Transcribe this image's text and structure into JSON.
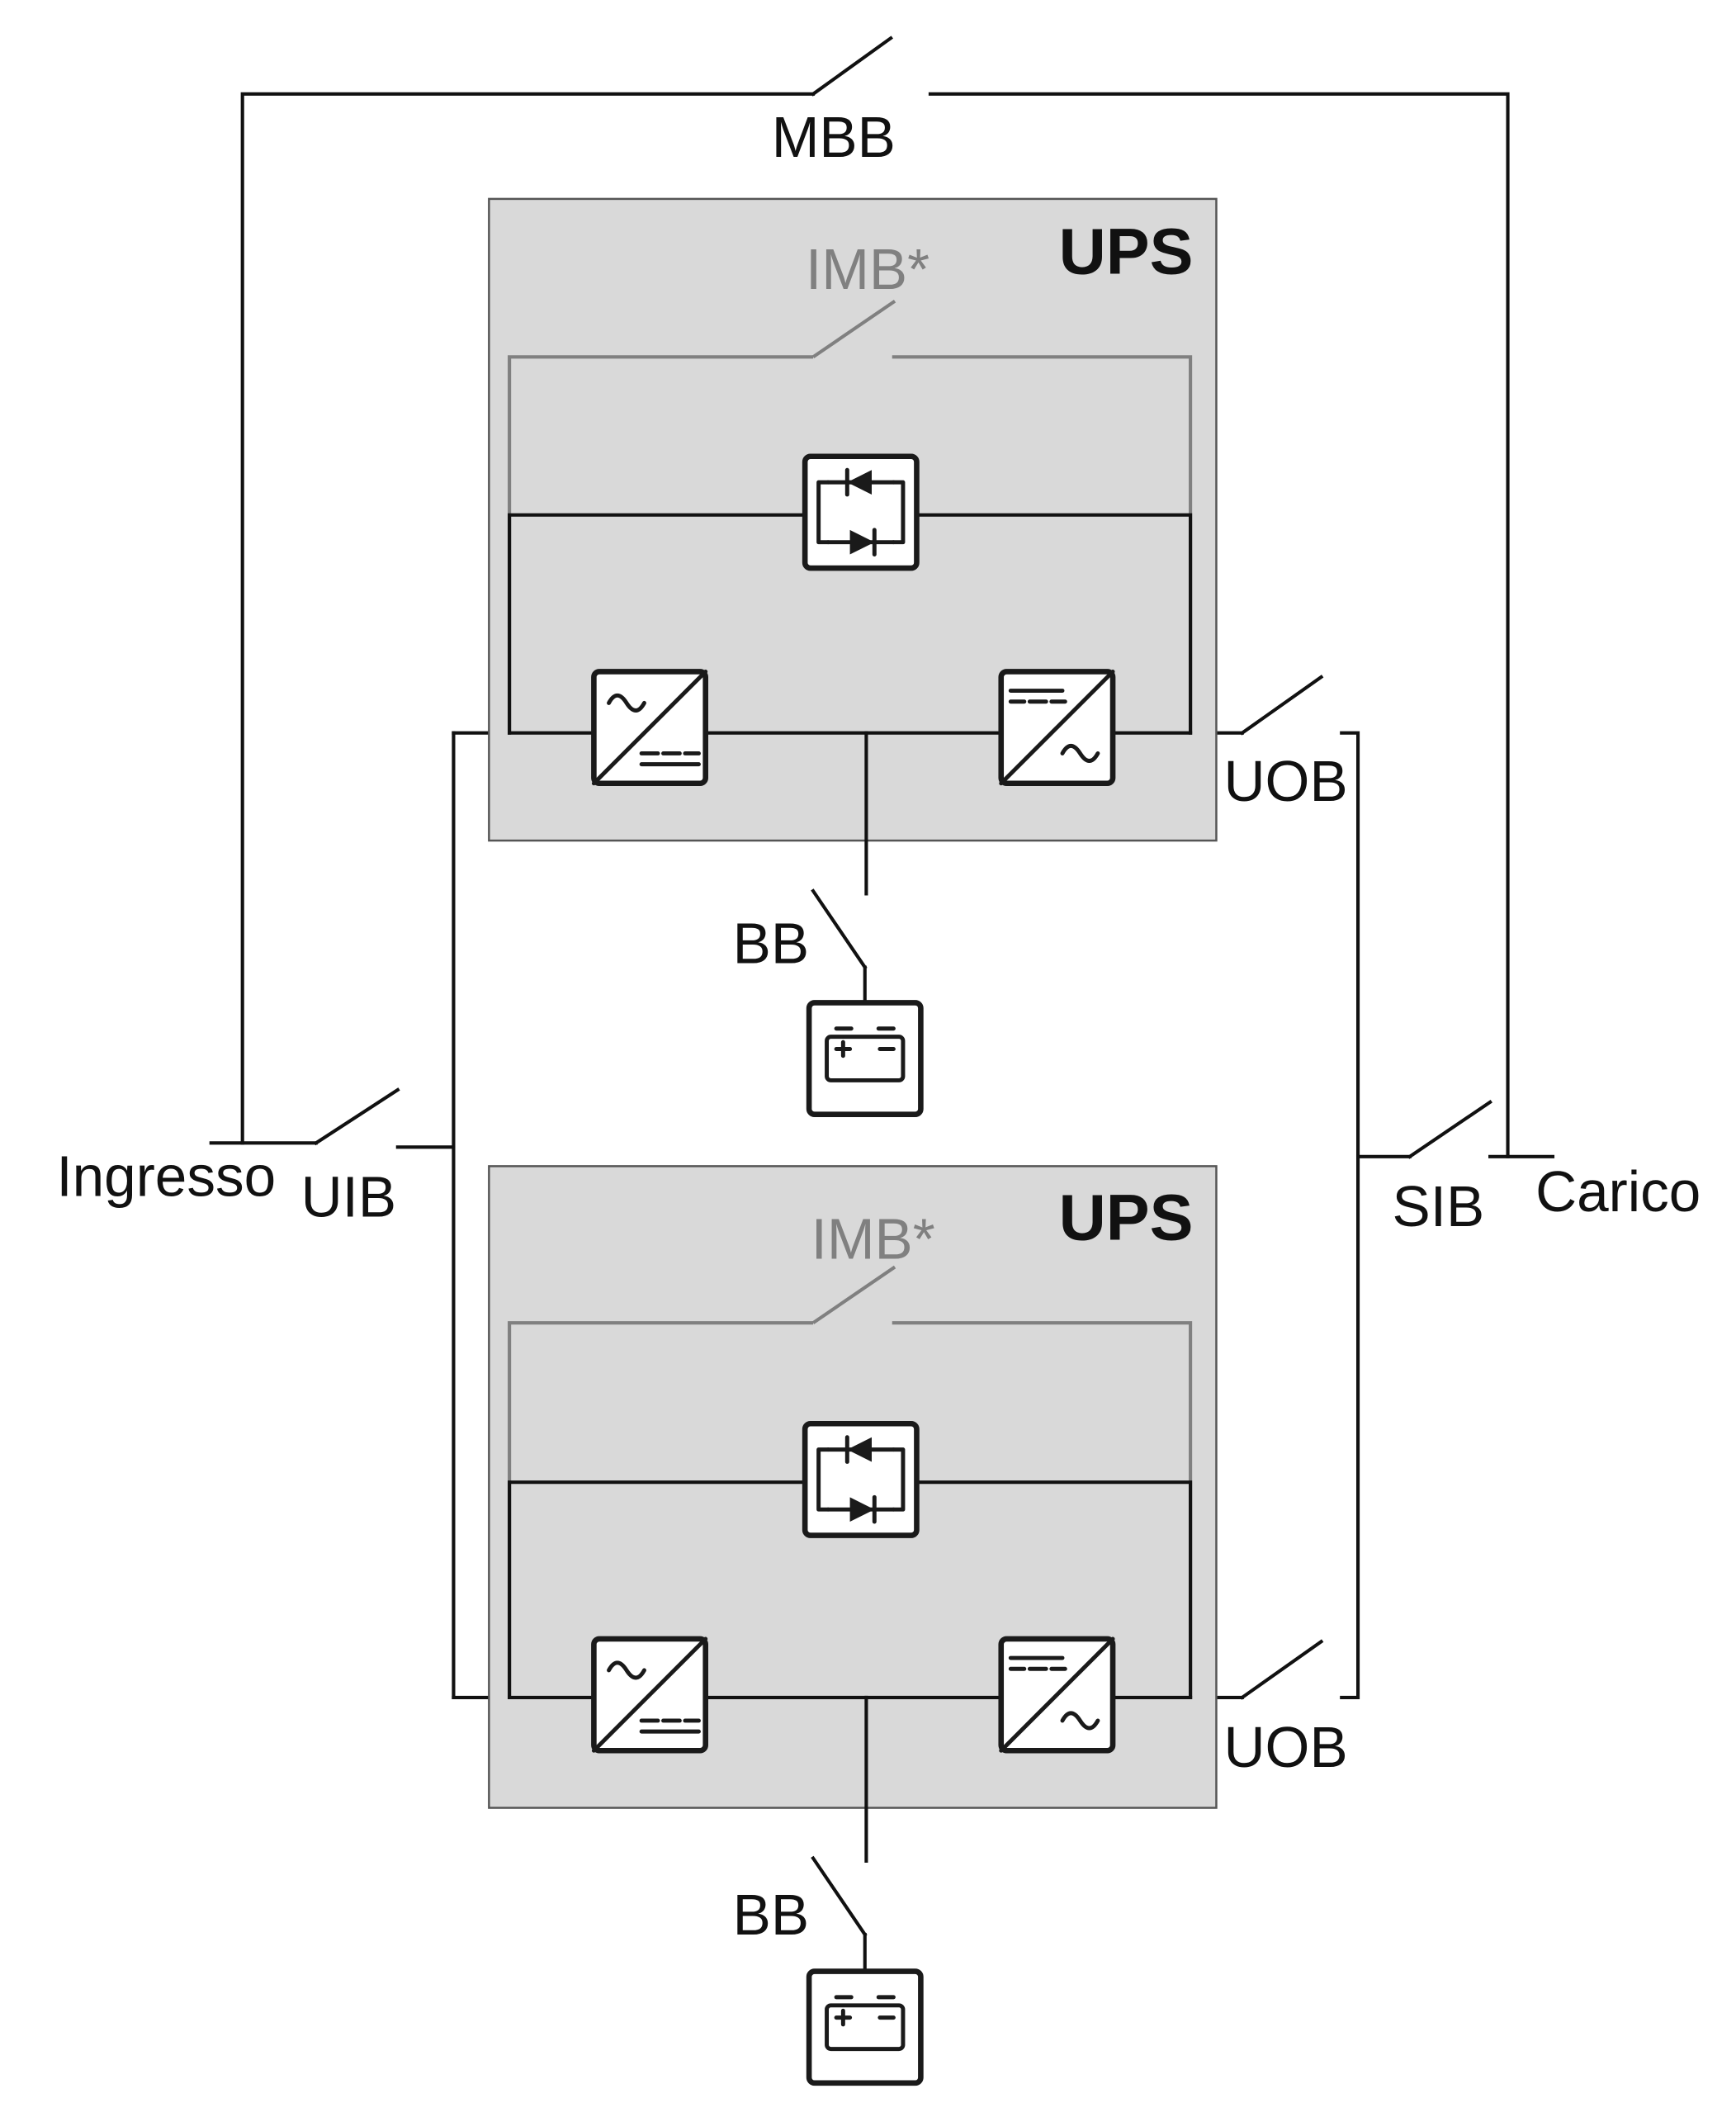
{
  "diagram": {
    "labels": {
      "mbb": "MBB",
      "input": "Ingresso",
      "uib": "UIB",
      "sib": "SIB",
      "load": "Carico"
    },
    "ups_units": [
      {
        "title": "UPS",
        "maintenance_bypass": "IMB*",
        "output_breaker": "UOB",
        "battery_breaker": "BB"
      },
      {
        "title": "UPS",
        "maintenance_bypass": "IMB*",
        "output_breaker": "UOB",
        "battery_breaker": "BB"
      }
    ],
    "colors": {
      "ups_box": "#d9d9d9",
      "ups_border": "#555555",
      "internal_bypass_line": "#808080",
      "wire": "#111111"
    }
  }
}
